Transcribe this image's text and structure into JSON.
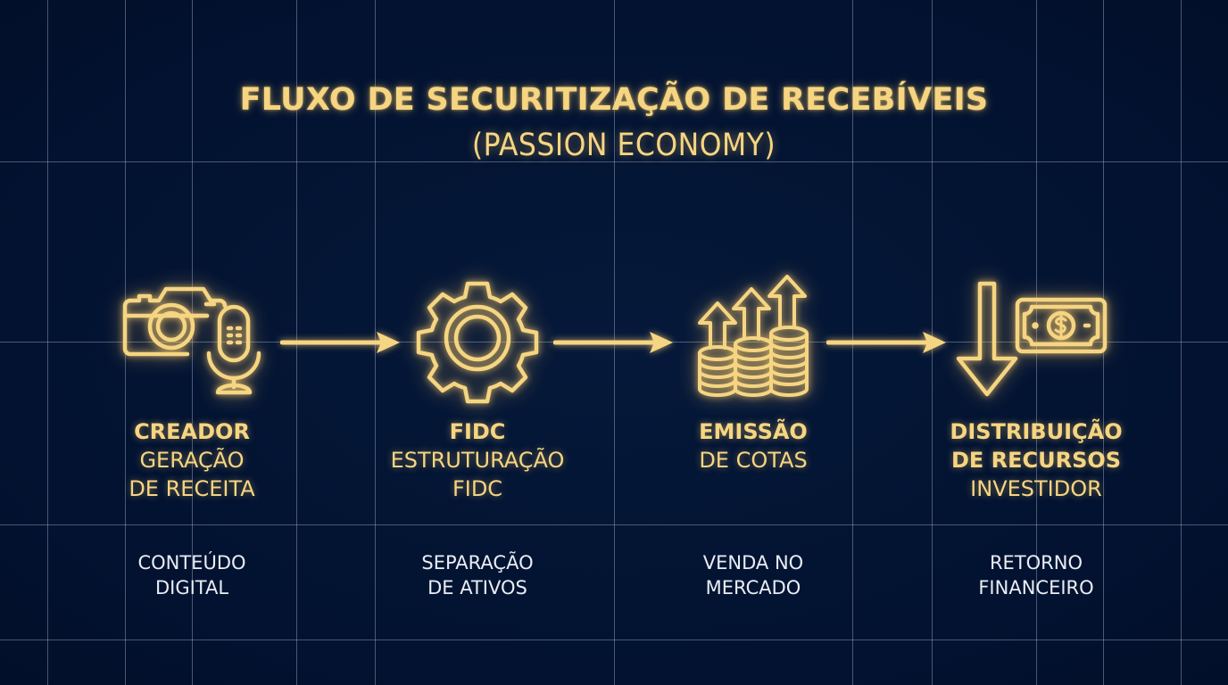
{
  "title": "FLUXO DE SECURITIZAÇÃO DE RECEBÍVEIS",
  "subtitle": "(PASSION ECONOMY)",
  "colors": {
    "background": "#031432",
    "accent_gold": "#f6d582",
    "note_text": "#e9edf4",
    "grid_line": "#aab9d7"
  },
  "steps": [
    {
      "icon": "camera-microphone-icon",
      "heading": "CREADOR",
      "lines": [
        "GERAÇÃO",
        "DE RECEITA"
      ],
      "note": [
        "CONTEÚDO",
        "DIGITAL"
      ]
    },
    {
      "icon": "gear-icon",
      "heading": "FIDC",
      "lines": [
        "ESTRUTURAÇÃO",
        "FIDC"
      ],
      "note": [
        "SEPARAÇÃO",
        "DE ATIVOS"
      ]
    },
    {
      "icon": "coins-arrows-up-icon",
      "heading": "EMISSÃO",
      "lines": [
        "DE COTAS"
      ],
      "note": [
        "VENDA NO",
        "MERCADO"
      ]
    },
    {
      "icon": "arrow-down-banknote-icon",
      "heading_lines": [
        "DISTRIBUIÇÃO",
        "DE RECURSOS"
      ],
      "lines": [
        "INVESTIDOR"
      ],
      "note": [
        "RETORNO",
        "FINANCEIRO"
      ]
    }
  ],
  "connectors": [
    "arrow-right",
    "arrow-right",
    "arrow-right"
  ]
}
